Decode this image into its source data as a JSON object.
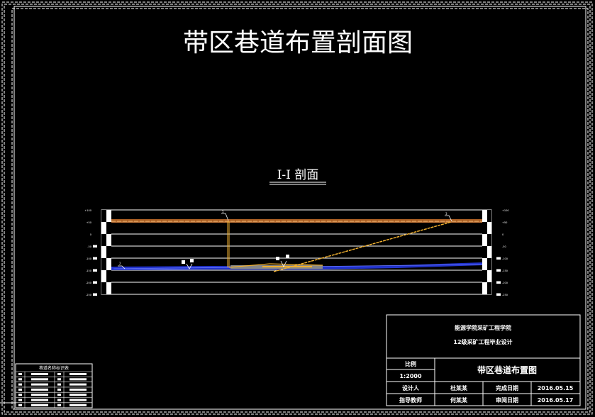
{
  "drawing": {
    "title": "带区巷道布置剖面图",
    "section_label": "I-I 剖面",
    "colors": {
      "background": "#000000",
      "lines": "#ffffff",
      "surface_layer": "#c8702a",
      "coal_seam": "#2233cc",
      "roadway": "#f0b030",
      "gob": "#888888"
    },
    "leader_labels": [
      "1",
      "2",
      "3"
    ],
    "left_elevations": [
      "+100",
      "+50",
      "0",
      "-50",
      "-100",
      "-150",
      "-200",
      "-250"
    ],
    "right_elevations": [
      "+100",
      "+50",
      "0",
      "-50",
      "-100",
      "-150",
      "-200",
      "-250"
    ]
  },
  "title_block": {
    "school": "能源学院采矿工程学院",
    "project": "12级采矿工程毕业设计",
    "scale_label": "比例",
    "scale_value": "1:2000",
    "drawing_name": "带区巷道布置图",
    "designer_label": "设计人",
    "designer": "杜某某",
    "finish_date_label": "完成日期",
    "finish_date": "2016.05.15",
    "advisor_label": "指导教师",
    "advisor": "何某某",
    "review_date_label": "审阅日期",
    "review_date": "2016.05.17"
  },
  "legend": {
    "title": "巷道名称标识表"
  }
}
